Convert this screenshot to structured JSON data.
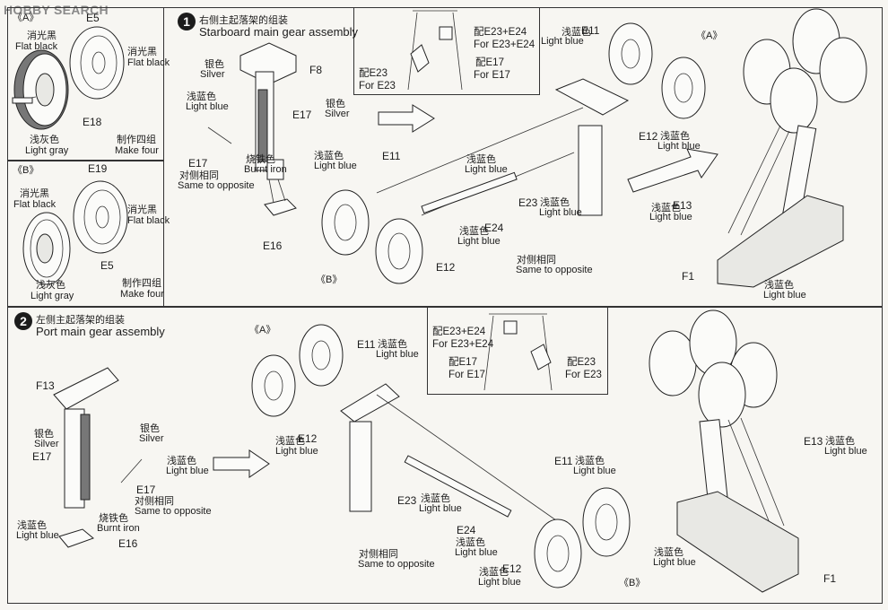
{
  "watermark": "HOBBY SEARCH",
  "step1": {
    "number": "1",
    "title_cn": "右侧主起落架的组装",
    "title_en": "Starboard main gear assembly"
  },
  "step2": {
    "number": "2",
    "title_cn": "左侧主起落架的组装",
    "title_en": "Port main gear assembly"
  },
  "boxA": {
    "ref": "《A》",
    "e5": "E5",
    "e18": "E18",
    "c1_cn": "消光黑",
    "c1_en": "Flat black",
    "c2_cn": "消光黑",
    "c2_en": "Flat black",
    "c3_cn": "浅灰色",
    "c3_en": "Light gray",
    "m_cn": "制作四组",
    "m_en": "Make four"
  },
  "boxB": {
    "ref": "《B》",
    "e19": "E19",
    "e5": "E5",
    "c1_cn": "消光黑",
    "c1_en": "Flat black",
    "c2_cn": "消光黑",
    "c2_en": "Flat black",
    "c3_cn": "浅灰色",
    "c3_en": "Light gray",
    "m_cn": "制作四组",
    "m_en": "Make four"
  },
  "inset1": {
    "a_cn": "配E23+E24",
    "a_en": "For E23+E24",
    "b_cn": "配E17",
    "b_en": "For E17",
    "c_cn": "配E23",
    "c_en": "For E23"
  },
  "inset2": {
    "a_cn": "配E23+E24",
    "a_en": "For E23+E24",
    "b_cn": "配E17",
    "b_en": "For E17",
    "c_cn": "配E23",
    "c_en": "For E23"
  },
  "s1": {
    "f8": "F8",
    "e17a": "E17",
    "e17b": "E17",
    "e16": "E16",
    "e11a": "E11",
    "e11b": "E11",
    "e12a": "E12",
    "e12b": "E12",
    "e13": "E13",
    "e23": "E23",
    "e24": "E24",
    "f1": "F1",
    "ra": "《A》",
    "rb": "《B》",
    "silver1_cn": "银色",
    "silver1_en": "Silver",
    "silver2_cn": "银色",
    "silver2_en": "Silver",
    "lb1_cn": "浅蓝色",
    "lb1_en": "Light blue",
    "opp1_cn": "对侧相同",
    "opp1_en": "Same to opposite",
    "iron_cn": "烧铁色",
    "iron_en": "Burnt iron",
    "lb2_cn": "浅蓝色",
    "lb2_en": "Light blue",
    "lb3_cn": "浅蓝色",
    "lb3_en": "Light blue",
    "lb4_cn": "浅蓝色",
    "lb4_en": "Light blue",
    "lb5_cn": "浅蓝色",
    "lb5_en": "Light blue",
    "lb6_cn": "浅蓝色",
    "lb6_en": "Light blue",
    "opp2_cn": "对侧相同",
    "opp2_en": "Same to opposite",
    "lb7_cn": "浅蓝色",
    "lb7_en": "Light blue",
    "lb8_cn": "浅蓝色",
    "lb8_en": "Light blue",
    "lb9_cn": "浅蓝色",
    "lb9_en": "Light blue"
  },
  "s2": {
    "f13": "F13",
    "e17a": "E17",
    "e17b": "E17",
    "e16": "E16",
    "e11a": "E11",
    "e11b": "E11",
    "e12a": "E12",
    "e12b": "E12",
    "e13": "E13",
    "e23": "E23",
    "e24": "E24",
    "f1": "F1",
    "ra": "《A》",
    "rb": "《B》",
    "silver1_cn": "银色",
    "silver1_en": "Silver",
    "silver2_cn": "银色",
    "silver2_en": "Silver",
    "lb1_cn": "浅蓝色",
    "lb1_en": "Light blue",
    "opp1_cn": "对侧相同",
    "opp1_en": "Same to opposite",
    "lb2_cn": "浅蓝色",
    "lb2_en": "Light blue",
    "iron_cn": "烧铁色",
    "iron_en": "Burnt iron",
    "lb3_cn": "浅蓝色",
    "lb3_en": "Light blue",
    "lb4_cn": "浅蓝色",
    "lb4_en": "Light blue",
    "lb5_cn": "浅蓝色",
    "lb5_en": "Light blue",
    "lb6_cn": "浅蓝色",
    "lb6_en": "Light blue",
    "opp2_cn": "对侧相同",
    "opp2_en": "Same to opposite",
    "lb7_cn": "浅蓝色",
    "lb7_en": "Light blue",
    "lb8_cn": "浅蓝色",
    "lb8_en": "Light blue",
    "lb9_cn": "浅蓝色",
    "lb9_en": "Light blue"
  }
}
